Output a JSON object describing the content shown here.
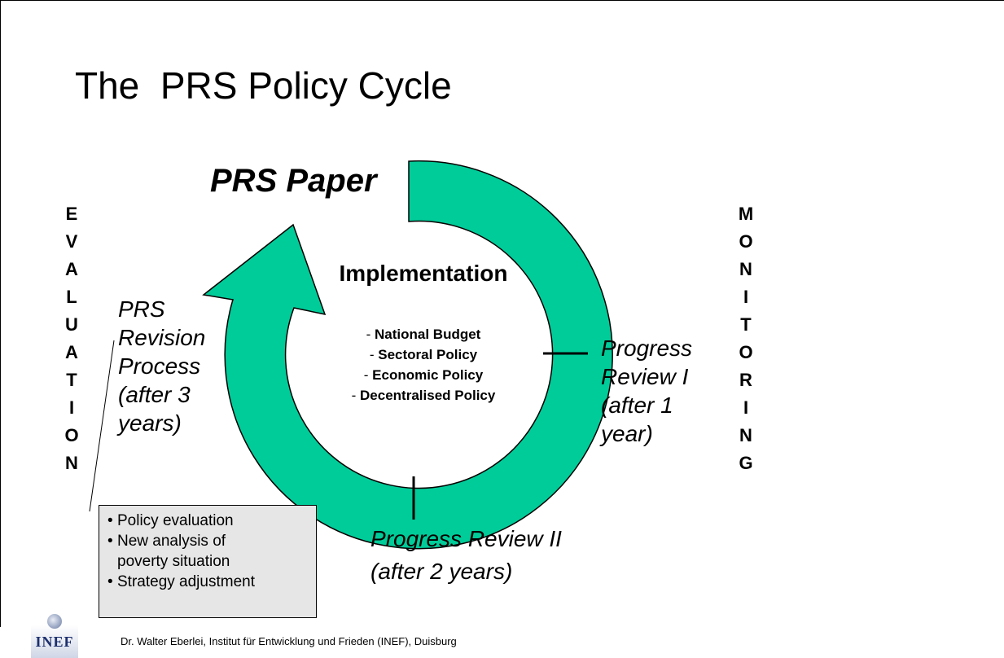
{
  "title": "The  PRS Policy Cycle",
  "cycle": {
    "start_label": "PRS Paper",
    "center_heading": "Implementation",
    "center_items": [
      {
        "dash": "- ",
        "text": "National Budget"
      },
      {
        "dash": "- ",
        "text": "Sectoral Policy"
      },
      {
        "dash": "- ",
        "text": "Economic Policy"
      },
      {
        "dash": "- ",
        "text": "Decentralised Policy"
      }
    ],
    "arrow_color": "#00cc99"
  },
  "side_left": {
    "letters": [
      "E",
      "V",
      "A",
      "L",
      "U",
      "A",
      "T",
      "I",
      "O",
      "N"
    ]
  },
  "side_right": {
    "letters": [
      "M",
      "O",
      "N",
      "I",
      "T",
      "O",
      "R",
      "I",
      "N",
      "G"
    ]
  },
  "stages": {
    "revision": [
      "PRS",
      "Revision",
      "Process",
      "(after 3",
      "years)"
    ],
    "review1": [
      "Progress",
      "Review I",
      "(after 1",
      "year)"
    ],
    "review2": [
      "Progress Review II",
      "(after 2 years)"
    ]
  },
  "evaluation_box": {
    "bullet": "•",
    "items": [
      "Policy evaluation",
      "New analysis of\npoverty situation",
      "Strategy adjustment"
    ],
    "background": "#e6e6e6"
  },
  "footer": {
    "logo_text": "INEF",
    "credit": "Dr. Walter Eberlei, Institut für Entwicklung und Frieden (INEF), Duisburg"
  }
}
